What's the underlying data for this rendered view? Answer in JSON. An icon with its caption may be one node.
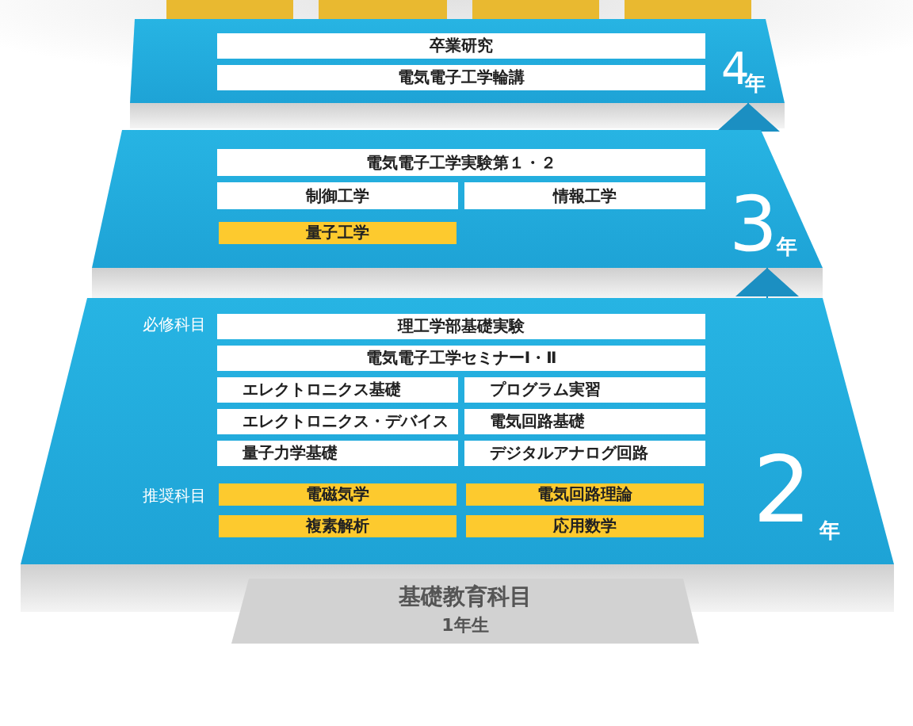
{
  "diagram": {
    "nodes": [
      {
        "text": [],
        "shape": "box"
      },
      {
        "text": [],
        "shape": "box"
      },
      {
        "text": [],
        "shape": "box"
      },
      {
        "text": [],
        "shape": "box"
      },
      {
        "text": [
          "4",
          "年"
        ]
      },
      {
        "text": [
          "卒業研究"
        ],
        "in": 4
      },
      {
        "text": [
          "電気電子工学輪講"
        ],
        "in": 4
      },
      {
        "text": [
          "3",
          "年"
        ]
      },
      {
        "text": [
          "電気電子工学実験第１・２"
        ],
        "in": 7
      },
      {
        "text": [
          "制御工学"
        ],
        "in": 7
      },
      {
        "text": [
          "情報工学"
        ],
        "in": 7
      },
      {
        "text": [
          "量子工学"
        ],
        "in": 7
      },
      {
        "text": [
          "2",
          "年"
        ]
      },
      {
        "text": [
          "理工学部基礎実験"
        ],
        "in": 12
      },
      {
        "text": [
          "電気電子工学セミナーⅠ・Ⅱ"
        ],
        "in": 12
      },
      {
        "text": [
          "エレクトロニクス基礎"
        ],
        "in": 12
      },
      {
        "text": [
          "プログラム実習"
        ],
        "in": 12
      },
      {
        "text": [
          "エレクトロニクス・デバイス"
        ],
        "in": 12
      },
      {
        "text": [
          "電気回路基礎"
        ],
        "in": 12
      },
      {
        "text": [
          "量子力学基礎"
        ],
        "in": 12
      },
      {
        "text": [
          "デジタルアナログ回路"
        ],
        "in": 12
      },
      {
        "text": [
          "電磁気学"
        ],
        "in": 12
      },
      {
        "text": [
          "電気回路理論"
        ],
        "in": 12
      },
      {
        "text": [
          "複素解析"
        ],
        "in": 12
      },
      {
        "text": [
          "応用数学"
        ],
        "in": 12
      },
      {
        "text": [
          "基礎教育科目",
          "1年生"
        ]
      }
    ],
    "edges": [
      {
        "from": 12,
        "to": 7,
        "arrow": "to"
      },
      {
        "from": 7,
        "to": 4,
        "arrow": "to"
      }
    ],
    "labels": [
      "必修科目",
      "推奨科目"
    ]
  }
}
